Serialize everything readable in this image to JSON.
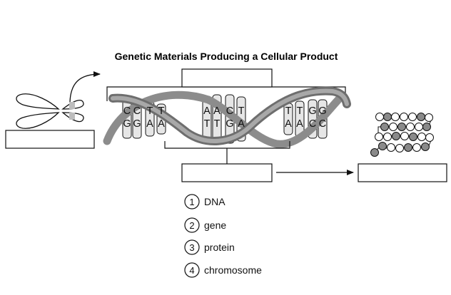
{
  "title": "Genetic Materials Producing a Cellular Product",
  "dna_bases": {
    "group1": {
      "top": [
        "C",
        "C",
        "T",
        "T"
      ],
      "bottom": [
        "G",
        "G",
        "A",
        "A"
      ]
    },
    "group2": {
      "top": [
        "A",
        "A",
        "C",
        "T"
      ],
      "bottom": [
        "T",
        "T",
        "G",
        "A"
      ]
    },
    "group3": {
      "top": [
        "T",
        "T",
        "G",
        "G"
      ],
      "bottom": [
        "A",
        "A",
        "C",
        "C"
      ]
    }
  },
  "options": [
    {
      "number": "1",
      "label": "DNA"
    },
    {
      "number": "2",
      "label": "gene"
    },
    {
      "number": "3",
      "label": "protein"
    },
    {
      "number": "4",
      "label": "chromosome"
    }
  ],
  "colors": {
    "strand": "#8c8c8c",
    "rung": "#e6e6e6",
    "bead_dark": "#8a8a8a",
    "bead_light": "#ffffff"
  }
}
